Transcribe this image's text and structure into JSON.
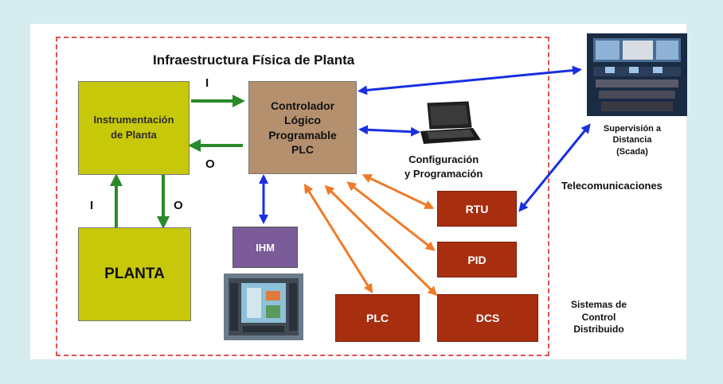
{
  "title": "Infraestructura Física de Planta",
  "nodes": {
    "instrumentation": "Instrumentación\nde Planta",
    "plc_controller": "Controlador\nLógico\nProgramable\nPLC",
    "planta": "PLANTA",
    "ihm": "IHM",
    "rtu": "RTU",
    "pid": "PID",
    "plc_small": "PLC",
    "dcs": "DCS"
  },
  "labels": {
    "i_top": "I",
    "o_top": "O",
    "i_left": "I",
    "o_left": "O",
    "config": "Configuración\ny Programación",
    "supervision": "Supervisión a\nDistancia\n(Scada)",
    "telecom": "Telecomunicaciones",
    "dist_sys": "Sistemas de\nControl\nDistribuido"
  },
  "colors": {
    "green_arrow": "#2a8a2a",
    "blue_arrow": "#1a2fe0",
    "orange_arrow": "#f07a28",
    "yellow_box": "#c8c80a",
    "tan_box": "#b5906e",
    "purple_box": "#7b5b98",
    "red_box": "#a82e10"
  }
}
